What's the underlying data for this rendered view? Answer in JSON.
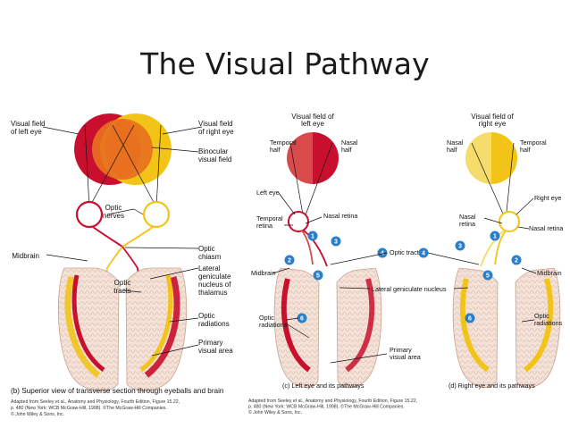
{
  "title": "The Visual Pathway",
  "panel_b": {
    "labels": {
      "vf_left": [
        "Visual field",
        "of left eye"
      ],
      "vf_right": [
        "Visual field",
        "of right eye"
      ],
      "binocular": [
        "Binocular",
        "visual field"
      ],
      "optic_nerves": [
        "Optic",
        "nerves"
      ],
      "optic_chiasm": [
        "Optic",
        "chiasm"
      ],
      "midbrain": "Midbrain",
      "lgn": [
        "Lateral",
        "geniculate",
        "nucleus of",
        "thalamus"
      ],
      "optic_tracts": [
        "Optic",
        "tracts"
      ],
      "optic_radiations": [
        "Optic",
        "radiations"
      ],
      "primary_visual": [
        "Primary",
        "visual area"
      ]
    },
    "caption": "(b) Superior view of transverse section through eyeballs and brain",
    "credit": [
      "Adapted from Seeley et al., Anatomy and Physiology, Fourth Edition, Figure 15.22,",
      "p. 480 (New York: WCB McGraw-Hill, 1998). ©The McGraw-Hill Companies.",
      "© John Wiley & Sons, Inc."
    ]
  },
  "panel_c": {
    "labels": {
      "vf": [
        "Visual field of",
        "left eye"
      ],
      "temporal_half": [
        "Temporal",
        "half"
      ],
      "nasal_half": [
        "Nasal",
        "half"
      ],
      "left_eye": "Left eye",
      "temporal_retina": [
        "Temporal",
        "retina"
      ],
      "nasal_retina": "Nasal retina",
      "optic_tract": "Optic tract",
      "midbrain": "Midbrain",
      "lgn": "Lateral geniculate nucleus",
      "optic_radiations": [
        "Optic",
        "radiations"
      ],
      "primary_visual": [
        "Primary",
        "visual area"
      ]
    },
    "caption": "(c) Left eye and its pathways",
    "credit": [
      "Adapted from Seeley et al., Anatomy and Physiology, Fourth Edition, Figure 15.22,",
      "p. 480 (New York: WCB McGraw-Hill, 1998). ©The McGraw-Hill Companies.",
      "© John Wiley & Sons, Inc."
    ]
  },
  "panel_d": {
    "labels": {
      "vf": [
        "Visual field of",
        "right eye"
      ],
      "nasal_half": [
        "Nasal",
        "half"
      ],
      "temporal_half": [
        "Temporal",
        "half"
      ],
      "right_eye": "Right eye",
      "nasal_retina": [
        "Nasal",
        "retina"
      ],
      "temporal_retina": "Nasal retina",
      "midbrain": "Midbrain",
      "optic_radiations": [
        "Optic",
        "radiations"
      ]
    },
    "caption": "(d) Right eye and its pathways"
  },
  "markers": [
    "1",
    "2",
    "3",
    "4",
    "5",
    "6"
  ],
  "colors": {
    "red": "#c8102e",
    "orange": "#e8701f",
    "yellow": "#f2c418",
    "pale_yellow": "#f6dc6a",
    "marker_blue": "#2a7fc9",
    "brain": "#f3e0d6"
  }
}
